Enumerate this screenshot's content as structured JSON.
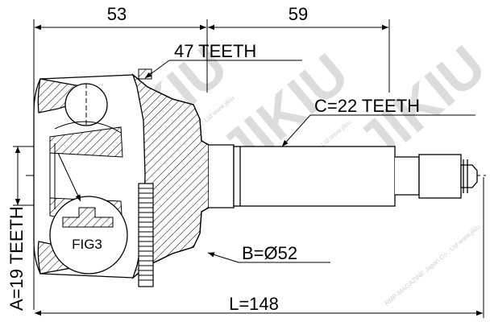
{
  "dimensions": {
    "top_left": "53",
    "top_right": "59",
    "spline_outer": "47 TEETH",
    "spline_shaft": "C=22 TEETH",
    "spline_inner": "A=19 TEETH",
    "diameter": "B=Ø52",
    "length": "L=148"
  },
  "figure_label": "FIG3",
  "watermark": {
    "brand": "JIKIU",
    "line": "RMP-MAGAZINE   Japan Co., Ltd   www.jikiu"
  }
}
